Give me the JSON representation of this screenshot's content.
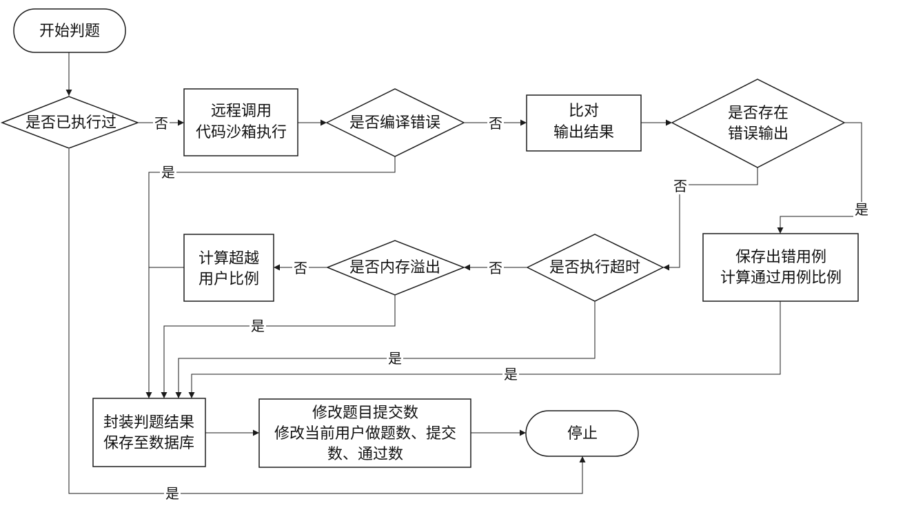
{
  "nodes": {
    "start": "开始判题",
    "executed": "是否已执行过",
    "sandbox_l1": "远程调用",
    "sandbox_l2": "代码沙箱执行",
    "compile": "是否编译错误",
    "compare_l1": "比对",
    "compare_l2": "输出结果",
    "wrong_l1": "是否存在",
    "wrong_l2": "错误输出",
    "save_wrong_l1": "保存出错用例",
    "save_wrong_l2": "计算通过用例比例",
    "timeout": "是否执行超时",
    "memory": "是否内存溢出",
    "beat_l1": "计算超越",
    "beat_l2": "用户比例",
    "package_l1": "封装判题结果",
    "package_l2": "保存至数据库",
    "update_l1": "修改题目提交数",
    "update_l2": "修改当前用户做题数、提交",
    "update_l3": "数、通过数",
    "stop": "停止"
  },
  "edge_labels": {
    "executed_no": "否",
    "compile_no": "否",
    "compile_yes": "是",
    "wrong_no": "否",
    "wrong_yes": "是",
    "timeout_no": "否",
    "memory_no": "否",
    "memory_yes": "是",
    "timeout_yes": "是",
    "save_yes": "是",
    "executed_yes": "是"
  }
}
